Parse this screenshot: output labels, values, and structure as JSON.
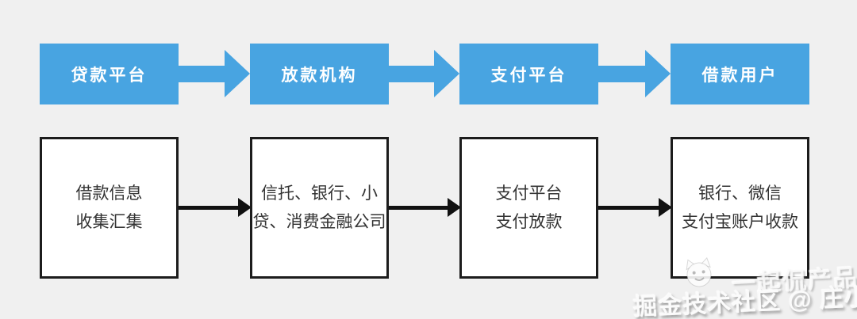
{
  "colors": {
    "background": "#f0f0f0",
    "accent_blue": "#48a4e1",
    "box_border": "#1c1c1c",
    "arrow_black": "#111111"
  },
  "flow_top": [
    {
      "label": "贷款平台"
    },
    {
      "label": "放款机构"
    },
    {
      "label": "支付平台"
    },
    {
      "label": "借款用户"
    }
  ],
  "flow_bottom": [
    {
      "line1": "借款信息",
      "line2": "收集汇集"
    },
    {
      "line1": "信托、银行、小",
      "line2": "贷、消费金融公司"
    },
    {
      "line1": "支付平台",
      "line2": "支付放款"
    },
    {
      "line1": "银行、微信",
      "line2": "支付宝账户收款"
    }
  ],
  "watermark": {
    "brand": "一起侃产品",
    "credit": "掘金技术社区 @ 庄小焱",
    "icon": "cat-face-icon"
  }
}
